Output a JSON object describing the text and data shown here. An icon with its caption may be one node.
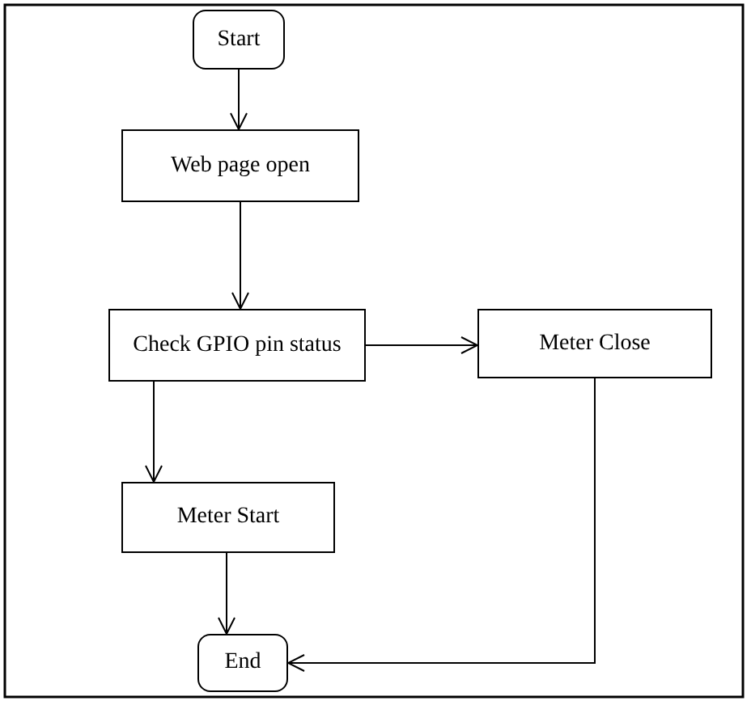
{
  "diagram": {
    "nodes": [
      {
        "text": [
          "Start"
        ]
      },
      {
        "text": [
          "Web page open"
        ]
      },
      {
        "text": [
          "Check GPIO pin status"
        ]
      },
      {
        "text": [
          "Meter Close"
        ]
      },
      {
        "text": [
          "Meter Start"
        ]
      },
      {
        "text": [
          "End"
        ]
      }
    ],
    "edges": [
      {
        "from": 0,
        "to": 1,
        "arrow": "to"
      },
      {
        "from": 1,
        "to": 2,
        "arrow": "to"
      },
      {
        "from": 2,
        "to": 3,
        "arrow": "to"
      },
      {
        "from": 2,
        "to": 4,
        "arrow": "to"
      },
      {
        "from": 4,
        "to": 5,
        "arrow": "to"
      },
      {
        "from": 3,
        "to": 5,
        "arrow": "to"
      }
    ]
  }
}
